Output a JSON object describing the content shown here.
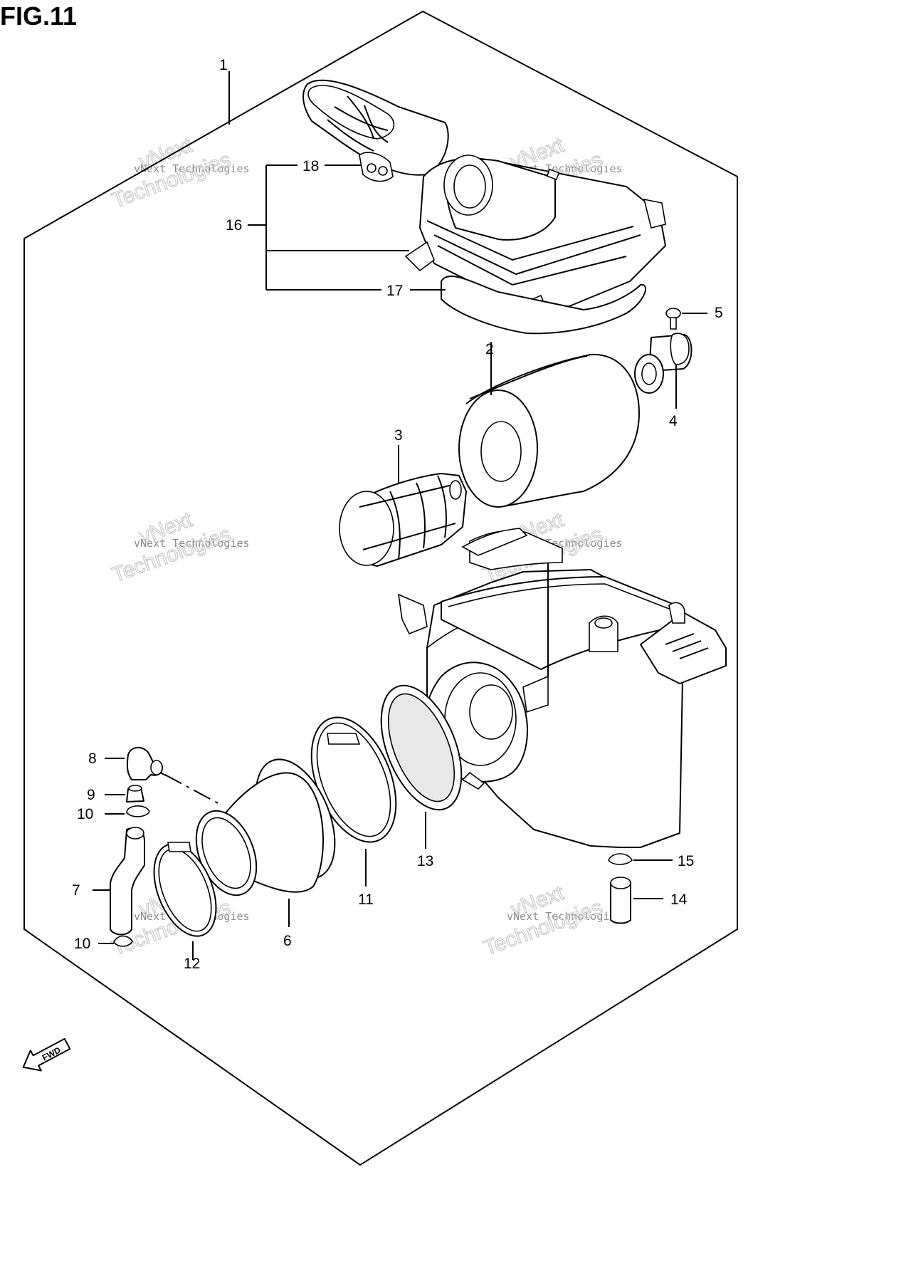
{
  "figure": {
    "title": "FIG.11"
  },
  "callouts": {
    "p1": "1",
    "p2": "2",
    "p3": "3",
    "p4": "4",
    "p5": "5",
    "p6": "6",
    "p7": "7",
    "p8": "8",
    "p9": "9",
    "p10a": "10",
    "p10b": "10",
    "p11": "11",
    "p12": "12",
    "p13": "13",
    "p14": "14",
    "p15": "15",
    "p16": "16",
    "p17": "17",
    "p18": "18"
  },
  "fwd": {
    "label": "FWD"
  },
  "watermark": {
    "line1": "vNext Technologies",
    "line2a": "vNext",
    "line2b": "Technologies"
  }
}
